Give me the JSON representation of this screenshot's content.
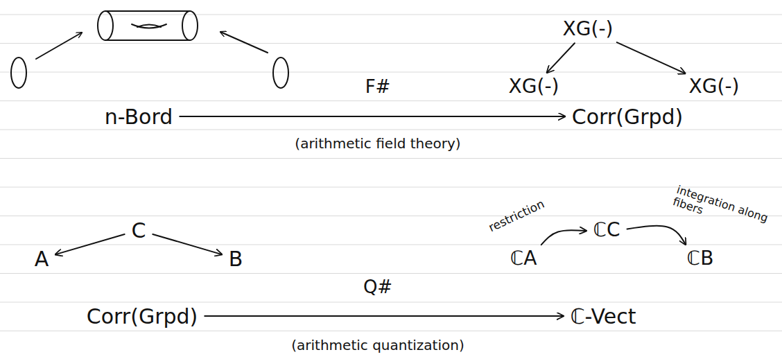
{
  "diagram": {
    "nodes": [
      {
        "text": [
          "XG(-)"
        ]
      },
      {
        "text": [
          "XG(-)"
        ]
      },
      {
        "text": [
          "XG(-)"
        ]
      },
      {
        "text": [
          "n-Bord"
        ]
      },
      {
        "text": [
          "Corr(Grpd)"
        ]
      },
      {
        "text": [
          "C"
        ]
      },
      {
        "text": [
          "A"
        ]
      },
      {
        "text": [
          "B"
        ]
      },
      {
        "text": [
          "ℂA"
        ]
      },
      {
        "text": [
          "ℂC"
        ]
      },
      {
        "text": [
          "ℂB"
        ]
      },
      {
        "text": [
          "Corr(Grpd)"
        ]
      },
      {
        "text": [
          "ℂ-Vect"
        ]
      }
    ],
    "edges": [
      {
        "from": 0,
        "to": 1,
        "arrow": "to"
      },
      {
        "from": 0,
        "to": 2,
        "arrow": "to"
      },
      {
        "from": 3,
        "to": 4,
        "label": "F#",
        "arrow": "to"
      },
      {
        "from": 5,
        "to": 6,
        "arrow": "to"
      },
      {
        "from": 5,
        "to": 7,
        "arrow": "to"
      },
      {
        "from": 8,
        "to": 9,
        "label": "restriction",
        "arrow": "to"
      },
      {
        "from": 9,
        "to": 10,
        "label": "integration along fibers",
        "arrow": "to"
      },
      {
        "from": 11,
        "to": 12,
        "label": "Q#",
        "arrow": "to"
      }
    ],
    "labels": [
      "(arithmetic field theory)",
      "(arithmetic quantization)"
    ]
  }
}
